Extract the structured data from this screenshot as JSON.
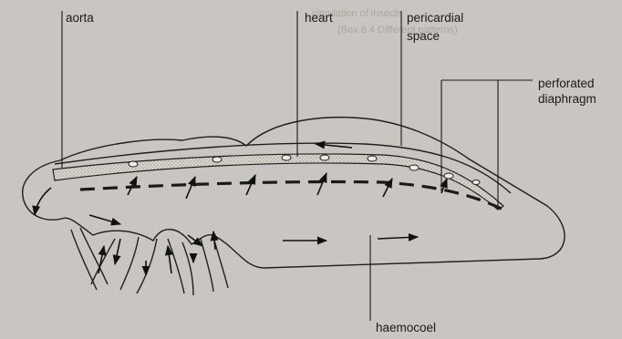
{
  "figure": {
    "labels": {
      "aorta": "aorta",
      "heart": "heart",
      "pericardial_space_line1": "pericardial",
      "pericardial_space_line2": "space",
      "perforated_diaphragm_line1": "perforated",
      "perforated_diaphragm_line2": "diaphragm",
      "haemocoel": "haemocoel"
    },
    "colors": {
      "background": "#c9c6c1",
      "ink": "#1f1f1f",
      "heart_fill": "#d8d4cc"
    }
  },
  "background_text": {
    "line1": "circulation of insects",
    "line2": "(Box 8.4 Different patterns)"
  }
}
